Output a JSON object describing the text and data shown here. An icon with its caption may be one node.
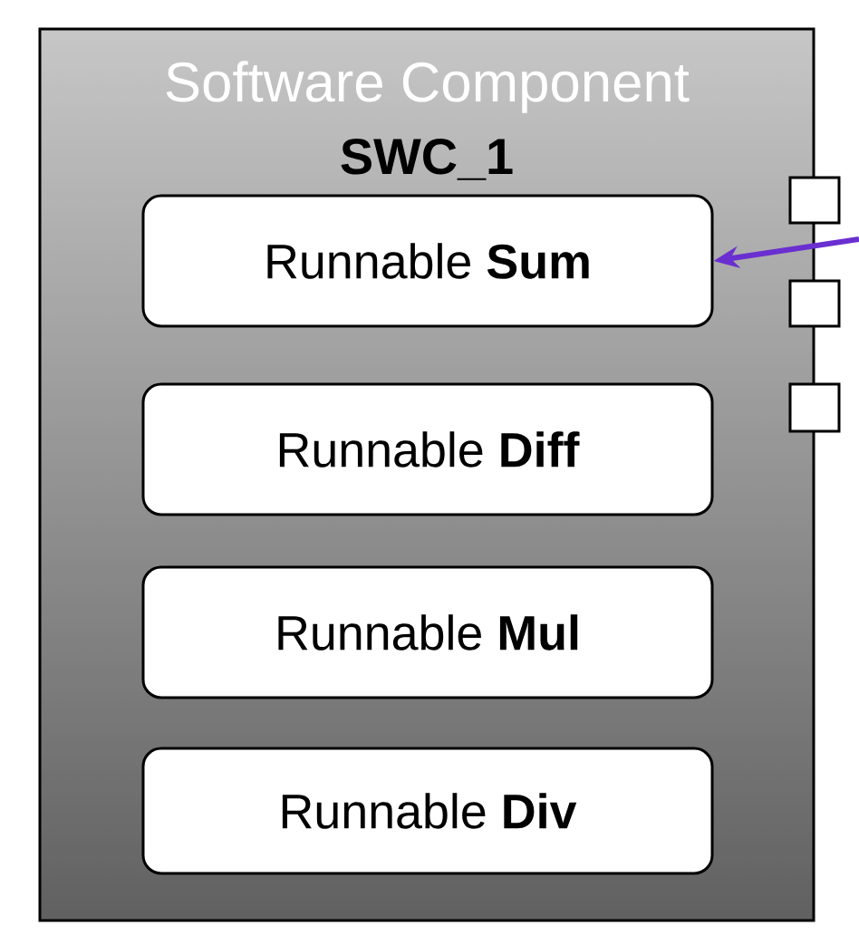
{
  "diagram": {
    "nodes": [
      {
        "text": [
          "Software Component",
          "SWC_1"
        ]
      },
      {
        "text": [
          "Runnable **Sum**"
        ],
        "in": 0
      },
      {
        "text": [
          "Runnable **Diff**"
        ],
        "in": 0
      },
      {
        "text": [
          "Runnable **Mul**"
        ],
        "in": 0
      },
      {
        "text": [
          "Runnable **Div**"
        ],
        "in": 0
      },
      {
        "text": [],
        "shape": "box"
      },
      {
        "text": [],
        "shape": "box"
      },
      {
        "text": [],
        "shape": "box"
      }
    ],
    "edges": [
      {
        "from": null,
        "to": 1,
        "arrow": "to",
        "color": "#6a2fd0"
      }
    ]
  }
}
